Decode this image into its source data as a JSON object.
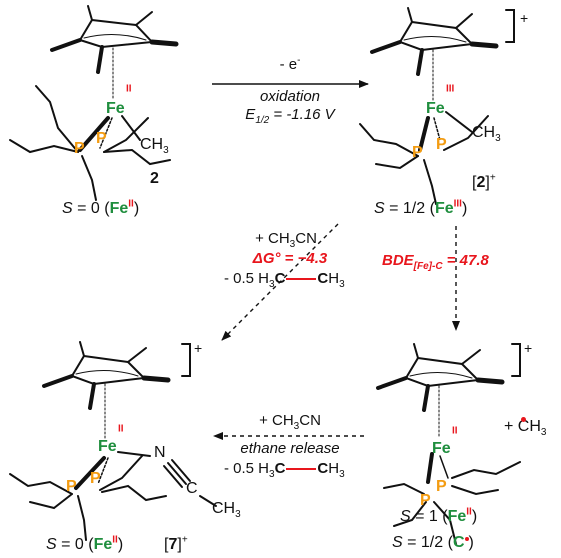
{
  "colors": {
    "metal": "#1f8e3e",
    "highlight": "#e8161d",
    "phosphorus": "#f39c12",
    "bond": "#111111"
  },
  "atoms": {
    "iron": "Fe",
    "phosphorus": "P",
    "ch3": "CH",
    "ch3_sub": "3",
    "nitrogen": "N",
    "carbon": "C"
  },
  "oxidation_states": {
    "fe2": "II",
    "fe3": "III"
  },
  "labels": {
    "plus": "+",
    "compound_2": "2",
    "compound_2_ox_open": "[",
    "compound_2_ox_num": "2",
    "compound_2_ox_close": "]",
    "compound_7_open": "[",
    "compound_7_num": "7",
    "compound_7_close": "]"
  },
  "spin_states": {
    "s_symbol": "S",
    "eq": " = ",
    "zero": "0",
    "half": "1/2",
    "one": "1",
    "open": " (",
    "close": ")"
  },
  "arrows": {
    "oxidation": {
      "line1": "- e",
      "line1_sup": "-",
      "line2": "oxidation",
      "line3_pre": "E",
      "line3_sub": "1/2",
      "line3_post": " = -1.16 V"
    },
    "acetonitrile_path": {
      "line1_pre": "+ CH",
      "line1_sub": "3",
      "line1_post": "CN",
      "line2_label": "ΔG° = ",
      "line2_value": "−4.3",
      "line3_pre": "- 0.5 H",
      "line3_sub": "3",
      "line3_c": "C",
      "line3_c2": "C",
      "line3_post": "H",
      "line3_sub2": "3"
    },
    "bde": {
      "label_pre": "BDE",
      "label_sub": "[Fe]-C",
      "label_post": " = 47.8"
    },
    "ethane_release": {
      "line1_pre": "+ CH",
      "line1_sub": "3",
      "line1_post": "CN",
      "line2": "ethane release",
      "line3_pre": "- 0.5 H",
      "line3_sub": "3",
      "line3_c": "C",
      "line3_c2": "C",
      "line3_post": "H",
      "line3_sub2": "3"
    }
  }
}
